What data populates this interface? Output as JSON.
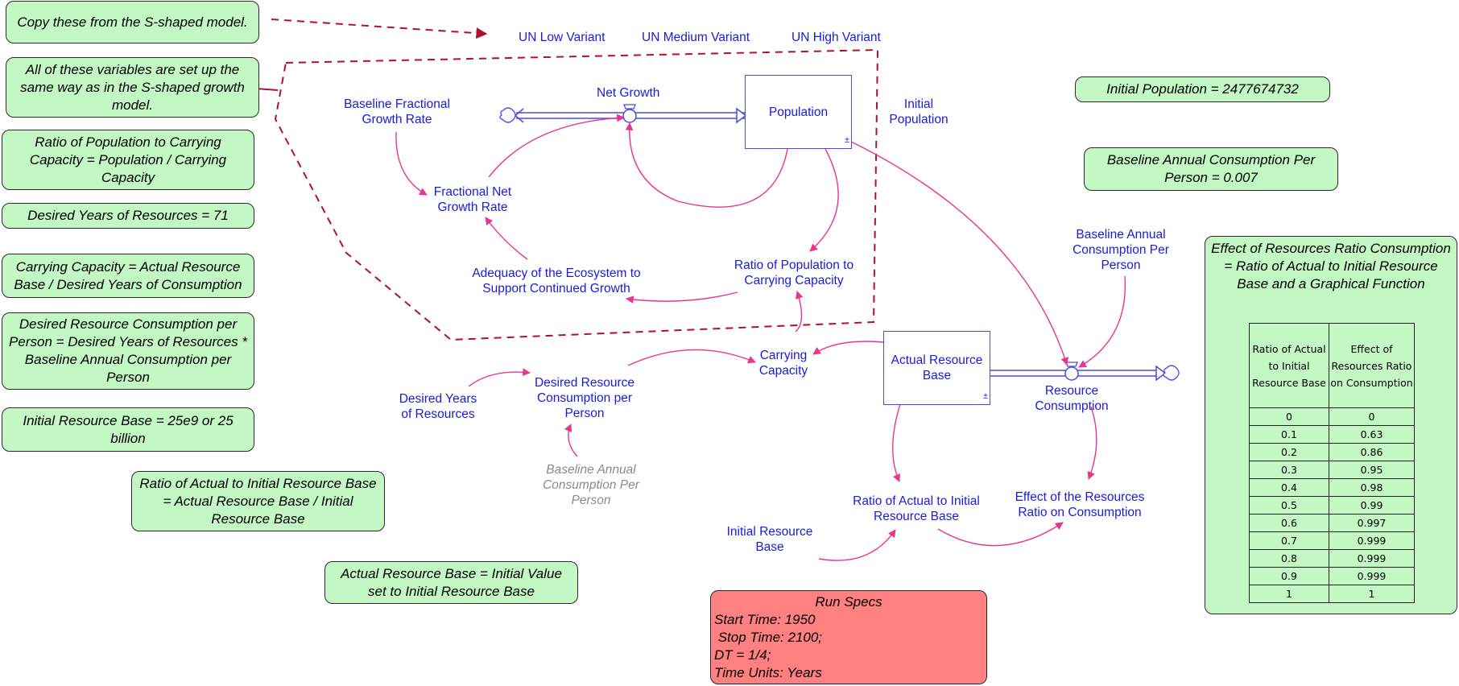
{
  "notes": {
    "copy": "Copy these from the S-shaped model.",
    "same_setup": "All of these variables are set up the same way as in the S-shaped growth model.",
    "ratio_pop": "Ratio of Population to Carrying Capacity = Population / Carrying Capacity",
    "desired_years": "Desired Years of Resources = 71",
    "carrying_capacity": "Carrying Capacity =  Actual Resource Base / Desired Years of Consumption",
    "desired_consumption": "Desired Resource Consumption per Person = Desired Years of Resources * Baseline Annual Consumption per Person",
    "initial_resource": "Initial Resource Base = 25e9 or 25 billion",
    "ratio_actual": "Ratio of Actual to Initial Resource Base = Actual Resource Base / Initial Resource Base",
    "actual_base": "Actual Resource Base = Initial Value set to Initial Resource Base",
    "initial_population": "Initial Population = 2477674732",
    "baseline_consumption": "Baseline Annual Consumption Per Person = 0.007"
  },
  "variants": {
    "low": "UN Low Variant",
    "medium": "UN Medium Variant",
    "high": "UN High Variant"
  },
  "variables": {
    "net_growth": "Net Growth",
    "baseline_fractional": "Baseline Fractional Growth Rate",
    "fractional_net": "Fractional Net Growth Rate",
    "adequacy": "Adequacy of the Ecosystem to Support Continued Growth",
    "ratio_pop_cc": "Ratio of Population to Carrying Capacity",
    "initial_population": "Initial Population",
    "baseline_annual": "Baseline Annual Consumption Per Person",
    "desired_years": "Desired Years of Resources",
    "desired_resource": "Desired Resource Consumption per Person",
    "baseline_annual_ghost": "Baseline Annual Consumption Per Person",
    "carrying_capacity": "Carrying Capacity",
    "resource_consumption": "Resource Consumption",
    "initial_resource_base": "Initial Resource Base",
    "ratio_actual_initial": "Ratio of Actual to Initial Resource Base",
    "effect_resources": "Effect of the Resources Ratio on Consumption"
  },
  "stocks": {
    "population": "Population",
    "actual_resource": "Actual Resource Base",
    "marker": "±"
  },
  "graphical": {
    "title": "Effect of Resources Ratio Consumption = Ratio of Actual to Initial Resource Base and a Graphical Function",
    "col_x": "Ratio of Actual to Initial Resource Base",
    "col_y": "Effect of Resources Ratio on Consumption",
    "rows": [
      [
        "0",
        "0"
      ],
      [
        "0.1",
        "0.63"
      ],
      [
        "0.2",
        "0.86"
      ],
      [
        "0.3",
        "0.95"
      ],
      [
        "0.4",
        "0.98"
      ],
      [
        "0.5",
        "0.99"
      ],
      [
        "0.6",
        "0.997"
      ],
      [
        "0.7",
        "0.999"
      ],
      [
        "0.8",
        "0.999"
      ],
      [
        "0.9",
        "0.999"
      ],
      [
        "1",
        "1"
      ]
    ]
  },
  "runspecs": {
    "title": "Run Specs",
    "lines": [
      "Start Time: 1950",
      " Stop Time: 2100;",
      "DT = 1/4;",
      "Time Units: Years"
    ]
  },
  "colors": {
    "note_bg": "#c3f7c3",
    "runspec_bg": "#ff8080",
    "link": "#e8358f",
    "label": "#1a1adc",
    "boundary": "#b01030"
  }
}
